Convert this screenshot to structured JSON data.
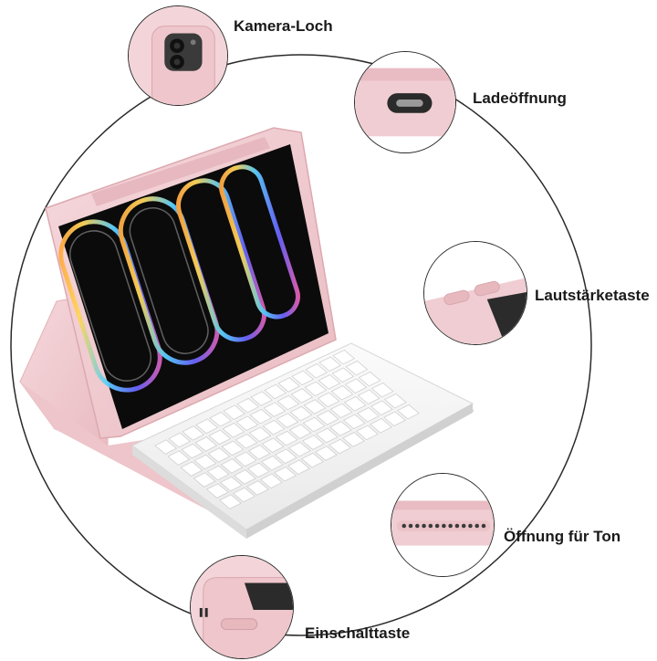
{
  "callouts": {
    "camera": {
      "label": "Kamera-Loch",
      "icon": "camera-cutout-icon"
    },
    "charging": {
      "label": "Ladeöffnung",
      "icon": "usb-c-port-icon"
    },
    "volume": {
      "label": "Lautstärketaste",
      "icon": "volume-buttons-icon"
    },
    "speaker": {
      "label": "Öffnung für Ton",
      "icon": "speaker-grill-icon"
    },
    "power": {
      "label": "Einschalttaste",
      "icon": "power-button-icon"
    }
  },
  "colors": {
    "case_pink": "#f1cfd3",
    "case_pink_dark": "#e2b3b9",
    "keyboard_white": "#f6f6f6",
    "screen_black": "#0b0b0b",
    "outline": "#2a2a2a"
  }
}
